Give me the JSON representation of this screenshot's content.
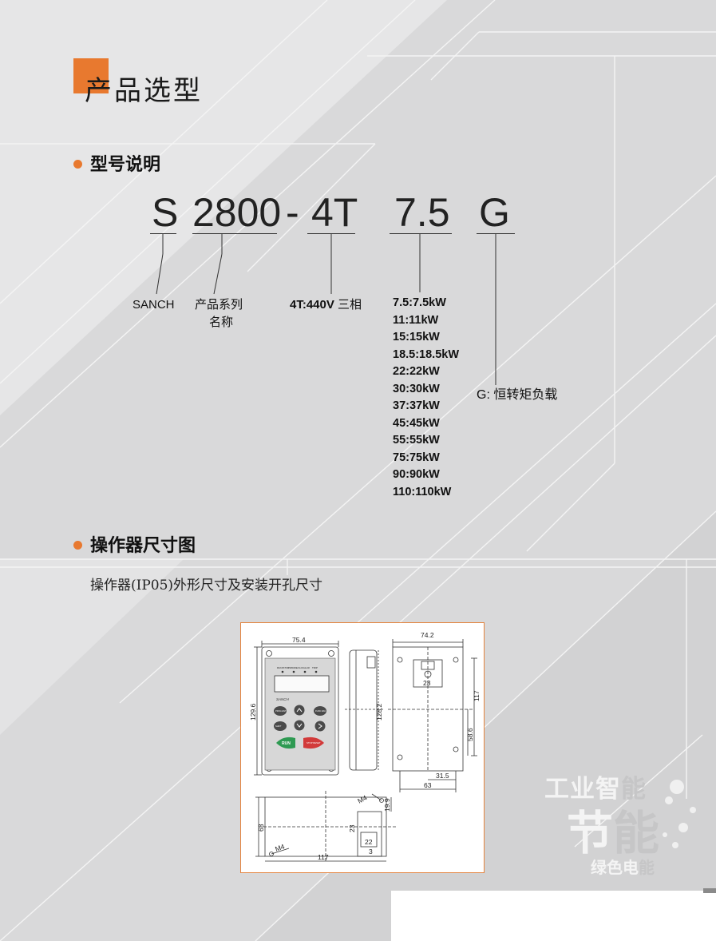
{
  "page": {
    "title": "产品选型"
  },
  "model_section": {
    "heading": "型号说明",
    "code_parts": [
      "S",
      "2800",
      "-",
      "4T",
      "7.5",
      "G"
    ],
    "explanations": {
      "s": "SANCH",
      "series_line1": "产品系列",
      "series_line2": "名称",
      "voltage_bold": "4T:440V",
      "voltage_rest": "三相",
      "power": [
        "7.5:7.5kW",
        "11:11kW",
        "15:15kW",
        "18.5:18.5kW",
        "22:22kW",
        "30:30kW",
        "37:37kW",
        "45:45kW",
        "55:55kW",
        "75:75kW",
        "90:90kW",
        "110:110kW"
      ],
      "g": "G: 恒转矩负载"
    }
  },
  "operator_section": {
    "heading": "操作器尺寸图",
    "description": "操作器(IP05)外形尺寸及安装开孔尺寸",
    "drawing": {
      "keypad": {
        "leds": [
          "RUN/STOP",
          "FWD/REV",
          "LOCAL/R",
          "TRIP"
        ],
        "brand": "SANCH",
        "button_run": "RUN",
        "button_stop": "STOP RESET",
        "button_prog": "PROG ENT",
        "button_func": "FUNC ESC",
        "button_shift": "SHIFT"
      },
      "dims": {
        "front_width": "75.4",
        "front_height": "129.6",
        "side_height": "128.2",
        "back_width": "74.2",
        "back_top_inner": "23",
        "back_right": "117",
        "back_right_lower": "58.6",
        "back_bottom_inner": "31.5",
        "back_bottom": "63",
        "cut_height": "63",
        "cut_width": "117",
        "cut_tab": "19.9",
        "cut_inner_23": "23",
        "cut_inner_22": "22",
        "cut_inner_3": "3",
        "screw_top": "M4",
        "screw_bottom": "M4"
      }
    }
  },
  "watermark": {
    "line1": "工业智",
    "line1_hl": "能",
    "line2": "节",
    "line2_hl": "能",
    "line3": "绿色电",
    "line3_hl": "能"
  },
  "colors": {
    "accent": "#e8792f",
    "background": "#d9d9da"
  }
}
